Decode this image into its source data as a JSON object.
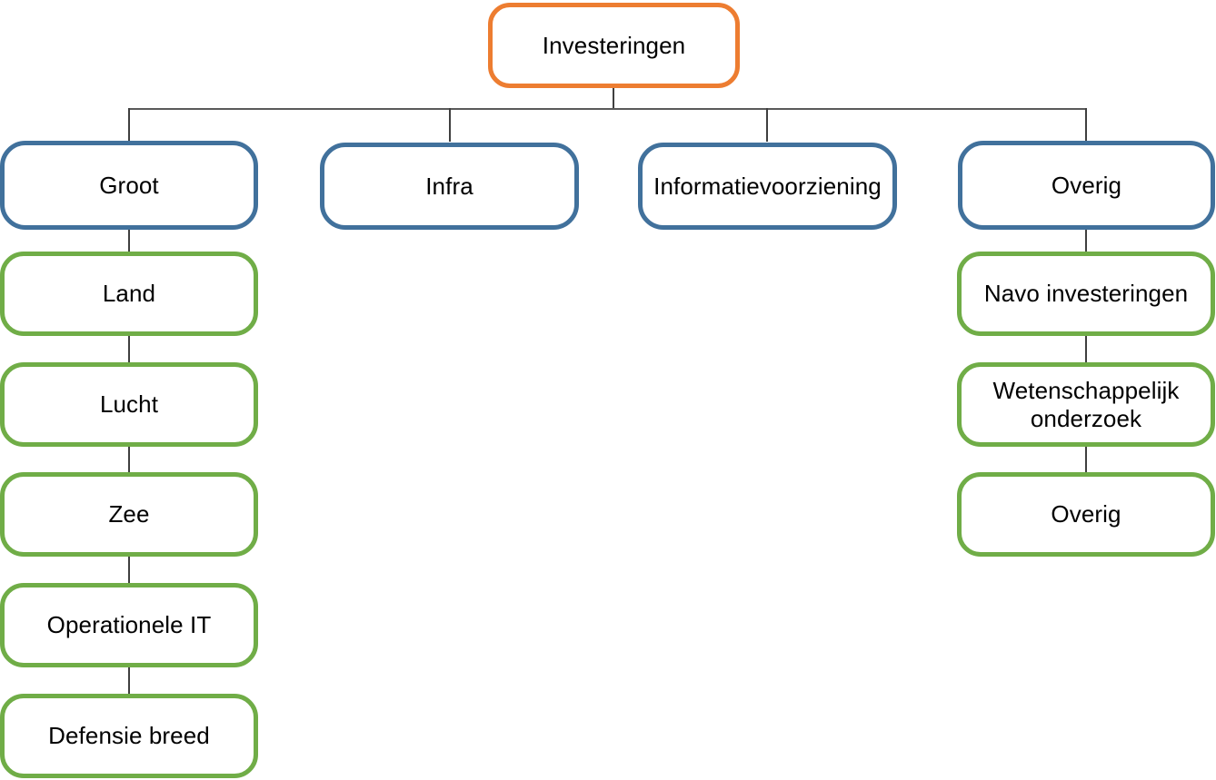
{
  "diagram": {
    "type": "organizational-hierarchy-chart",
    "title_node": "Investeringen",
    "colors": {
      "root_border": "#ED7D31",
      "level2_border": "#41719C",
      "level3_border": "#70AD47",
      "connector": "#3F3F3F",
      "background": "#FFFFFF",
      "text": "#000000"
    },
    "root": {
      "label": "Investeringen"
    },
    "level2": [
      {
        "label": "Groot"
      },
      {
        "label": "Infra"
      },
      {
        "label": "Informatievoorziening"
      },
      {
        "label": "Overig"
      }
    ],
    "groot_children": [
      {
        "label": "Land"
      },
      {
        "label": "Lucht"
      },
      {
        "label": "Zee"
      },
      {
        "label": "Operationele IT"
      },
      {
        "label": "Defensie breed"
      }
    ],
    "overig_children": [
      {
        "label": "Navo investeringen"
      },
      {
        "label": "Wetenschappelijk\nonderzoek"
      },
      {
        "label": "Overig"
      }
    ]
  }
}
